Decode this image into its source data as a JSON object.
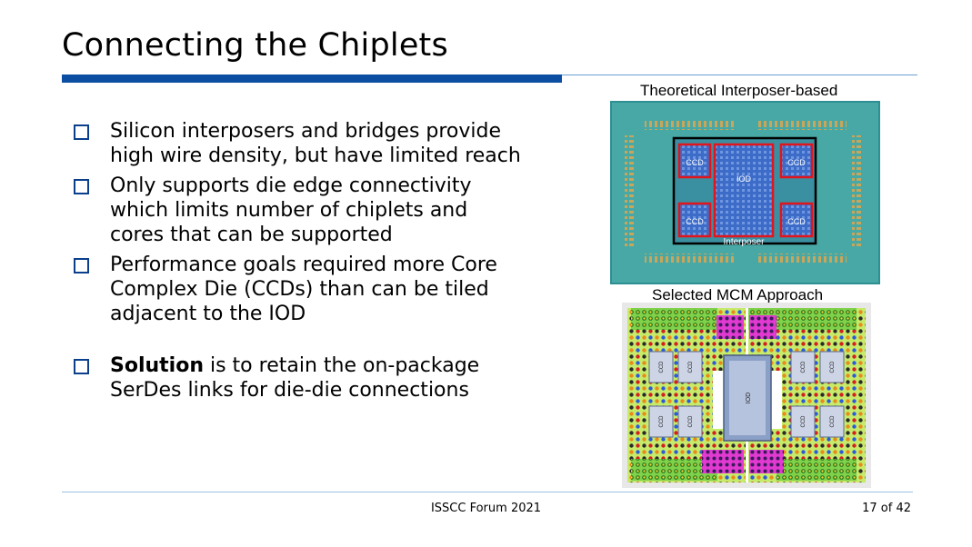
{
  "slide": {
    "title": "Connecting the Chiplets",
    "bullets": [
      "Silicon interposers and bridges provide high wire density, but have limited reach",
      "Only supports die edge connectivity which limits number of chiplets and cores that can be supported",
      "Performance goals required more Core Complex Die (CCDs) than can be tiled adjacent to the IOD"
    ],
    "solution": {
      "bold": "Solution",
      "rest": " is to retain the on-package SerDes links for die-die connections"
    }
  },
  "figure1": {
    "caption": "Theoretical Interposer-based",
    "labels": {
      "ccd": "CCD",
      "iod": "IOD",
      "interposer": "Interposer"
    }
  },
  "figure2": {
    "caption": "Selected MCM Approach",
    "labels": {
      "ccd": "CCD",
      "iod": "IOD"
    }
  },
  "footer": {
    "center": "ISSCC Forum 2021",
    "page": "17 of 42"
  },
  "colors": {
    "accent": "#0b4ea2",
    "bullet_box": "#0b3f8c",
    "package_teal": "#3aa2a2",
    "highlight_red": "#e2141c"
  }
}
